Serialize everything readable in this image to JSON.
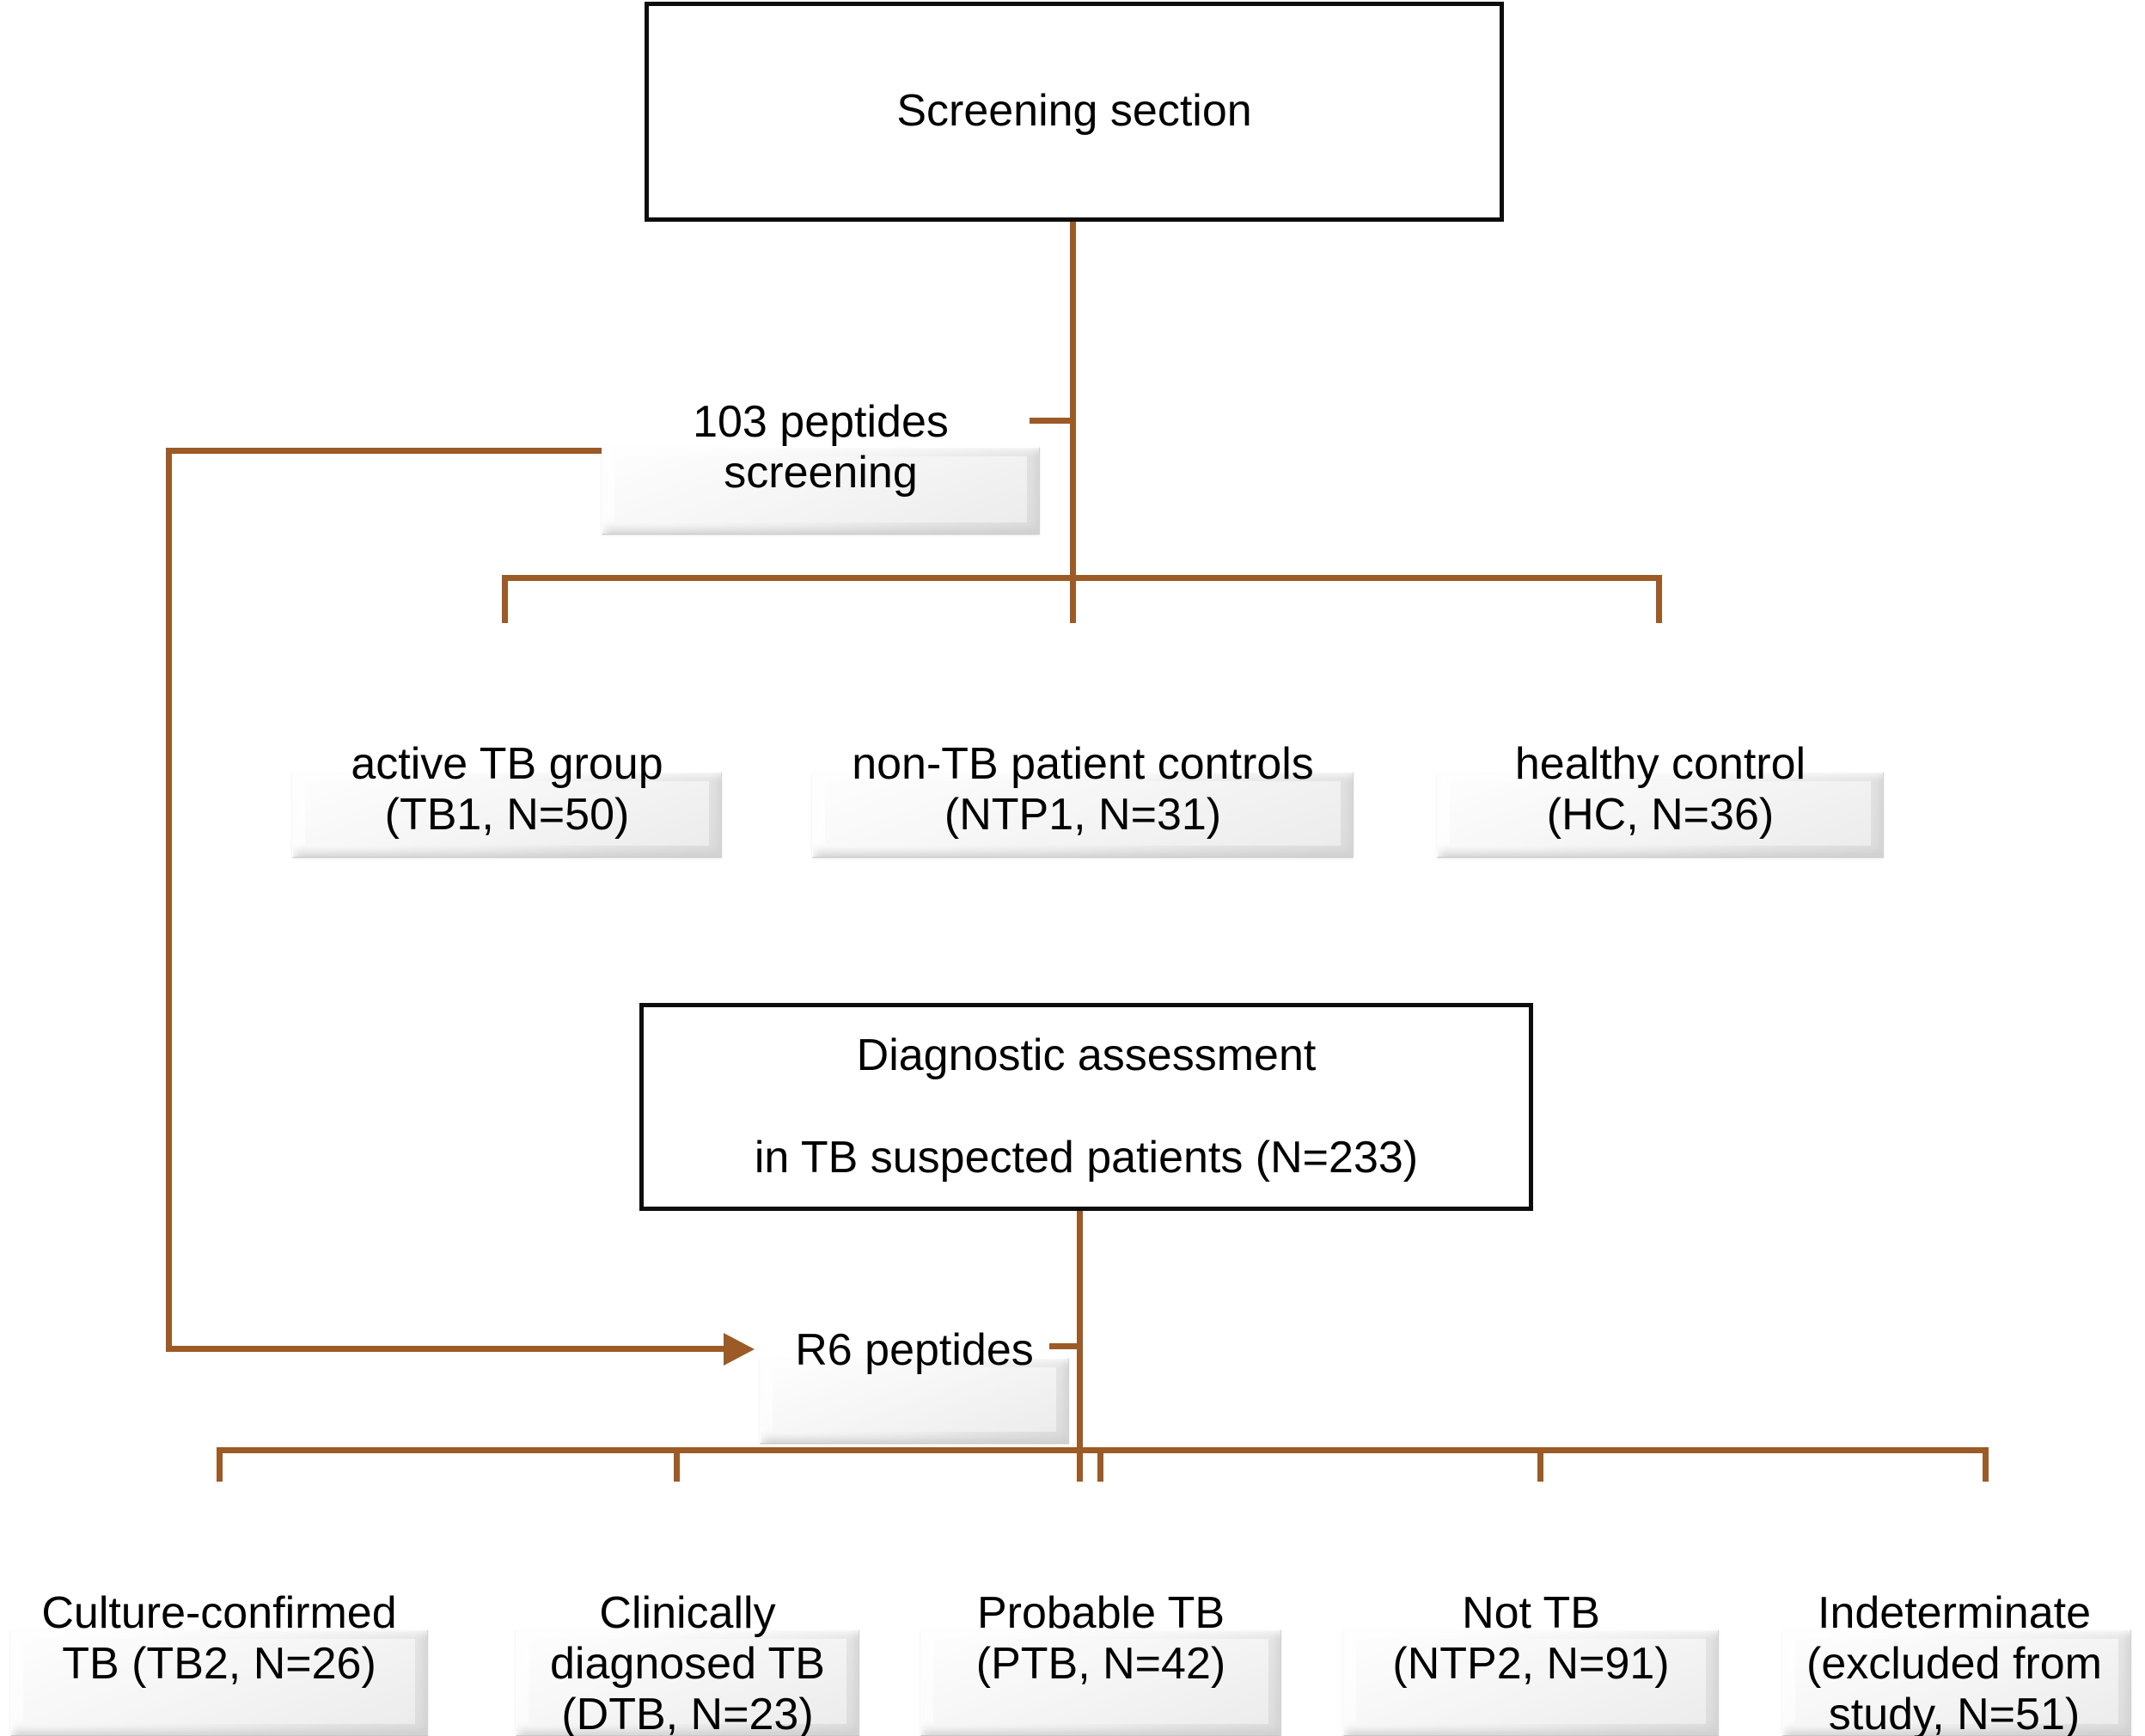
{
  "diagram": {
    "title": "TB peptide screening and diagnostic assessment flowchart",
    "accent_color": "#9c5a26",
    "box_outline_color": "#0d0d0d",
    "plate_fill": "#f0f0f0"
  },
  "sections": {
    "screening": {
      "label": "Screening section"
    },
    "diagnostic": {
      "line1": "Diagnostic assessment",
      "line2": "in TB suspected patients (N=233)"
    }
  },
  "stages": {
    "peptides_103": {
      "line1": "103 peptides",
      "line2": "screening"
    },
    "peptides_r6": {
      "line1": "R6 peptides"
    }
  },
  "screening_groups": [
    {
      "name": "active-tb-group",
      "line1": "active TB group",
      "line2": "(TB1, N=50)",
      "code": "TB1",
      "n": 50
    },
    {
      "name": "non-tb-patient-controls",
      "line1": "non-TB patient controls",
      "line2": "(NTP1, N=31)",
      "code": "NTP1",
      "n": 31
    },
    {
      "name": "healthy-control",
      "line1": "healthy control",
      "line2": "(HC, N=36)",
      "code": "HC",
      "n": 36
    }
  ],
  "diagnostic_outcomes": [
    {
      "name": "culture-confirmed-tb",
      "line1": "Culture-confirmed",
      "line2": "TB (TB2, N=26)",
      "line3": "",
      "code": "TB2",
      "n": 26
    },
    {
      "name": "clinically-diagnosed-tb",
      "line1": "Clinically",
      "line2": "diagnosed TB",
      "line3": "(DTB, N=23)",
      "code": "DTB",
      "n": 23
    },
    {
      "name": "probable-tb",
      "line1": "Probable TB",
      "line2": "(PTB, N=42)",
      "line3": "",
      "code": "PTB",
      "n": 42
    },
    {
      "name": "not-tb",
      "line1": "Not TB",
      "line2": "(NTP2, N=91)",
      "line3": "",
      "code": "NTP2",
      "n": 91
    },
    {
      "name": "indeterminate",
      "line1": "Indeterminate",
      "line2": "(excluded from",
      "line3": "study, N=51)",
      "code": "Indeterminate",
      "n": 51
    }
  ]
}
